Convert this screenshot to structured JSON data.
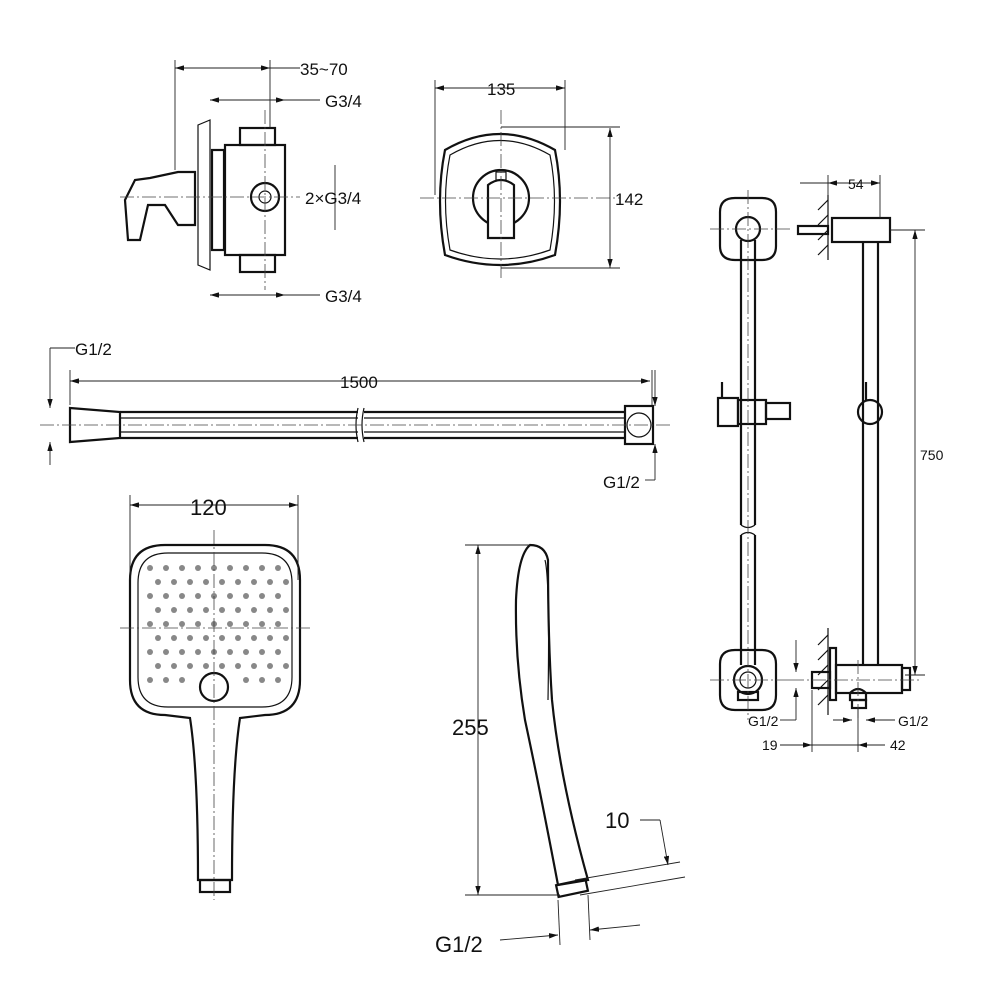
{
  "mixer_side": {
    "depth_range": "35~70",
    "outlet_top": "G3/4",
    "inlets": "2×G3/4",
    "outlet_bottom": "G3/4"
  },
  "mixer_front": {
    "width": "135",
    "height": "142"
  },
  "hose": {
    "inlet": "G1/2",
    "length": "1500",
    "outlet": "G1/2"
  },
  "hand_shower_front": {
    "width": "120"
  },
  "hand_shower_side": {
    "length": "255",
    "thickness": "10",
    "connection": "G1/2"
  },
  "slide_bar": {
    "offset": "54",
    "height": "750",
    "inlet": "G1/2",
    "outlet": "G1/2",
    "wall_gap": "19",
    "outlet_offset": "42"
  },
  "colors": {
    "line": "#111111",
    "background": "#ffffff"
  }
}
